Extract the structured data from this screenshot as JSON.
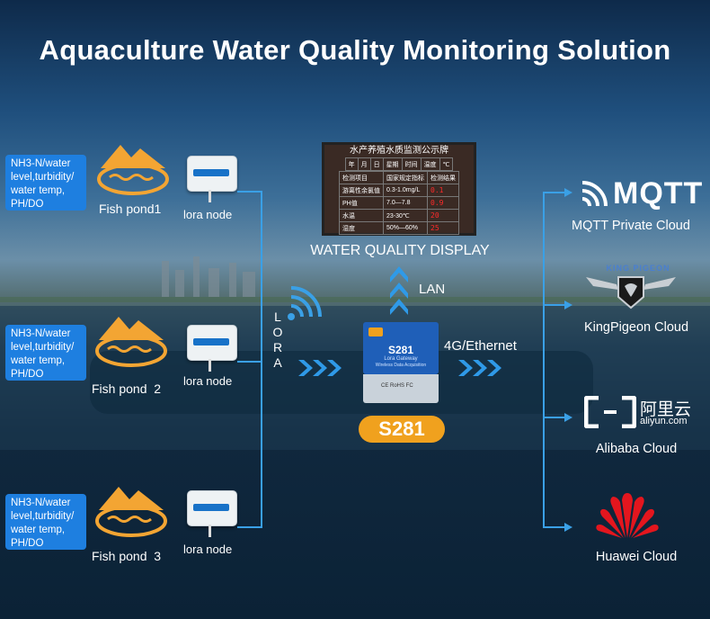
{
  "title": "Aquaculture Water Quality Monitoring Solution",
  "sensor_text": "NH3-N/water level,turbidity/ water temp, PH/DO",
  "sensors": [
    {
      "lines": [
        "NH3-N/water",
        "level,turbidity/",
        "water temp,",
        "PH/DO"
      ],
      "pond": "Fish pond1",
      "node": "lora node"
    },
    {
      "lines": [
        "NH3-N/water",
        " level,turbidity/",
        "water temp,",
        "PH/DO"
      ],
      "pond": "Fish pond  2",
      "node": "lora node"
    },
    {
      "lines": [
        "NH3-N/water",
        " level,turbidity/",
        "water temp,",
        "PH/DO"
      ],
      "pond": "Fish pond  3",
      "node": "lora node"
    }
  ],
  "lora_label": [
    "L",
    "O",
    "R",
    "A"
  ],
  "display": {
    "caption": "WATER QUALITY DISPLAY",
    "header": "水产养殖水质监测公示牌",
    "date_row": [
      "年",
      "月",
      "日",
      "星期",
      "时间",
      "温度",
      "℃"
    ],
    "columns": [
      "检测项目",
      "国家规定指标",
      "检测结果"
    ],
    "rows": [
      [
        "游离性余氯值",
        "0.3-1.0mg/L",
        "0.1"
      ],
      [
        "PH值",
        "7.0—7.8",
        "0.9"
      ],
      [
        "水温",
        "23-30℃",
        "20"
      ],
      [
        "湿度",
        "50%—60%",
        "25"
      ]
    ]
  },
  "lan_label": "LAN",
  "gateway": {
    "model": "S281",
    "sub1": "Lora Gateway",
    "sub2": "Wireless Data Acquisition",
    "badge": "S281",
    "marks": "CE RoHS FC"
  },
  "uplink_label": "4G/Ethernet",
  "clouds": [
    {
      "logo": "MQTT",
      "label": "MQTT Private Cloud"
    },
    {
      "logo": "KING PIGEON",
      "label": "KingPigeon Cloud"
    },
    {
      "logo_cn": "阿里云",
      "logo_en": "aliyun.com",
      "label": "Alibaba Cloud"
    },
    {
      "label": "Huawei Cloud"
    }
  ],
  "colors": {
    "accent_blue": "#1e7fe0",
    "badge_orange": "#f0a11e",
    "line_blue": "#3aa0e6",
    "alert_red": "#ff2a2a"
  }
}
